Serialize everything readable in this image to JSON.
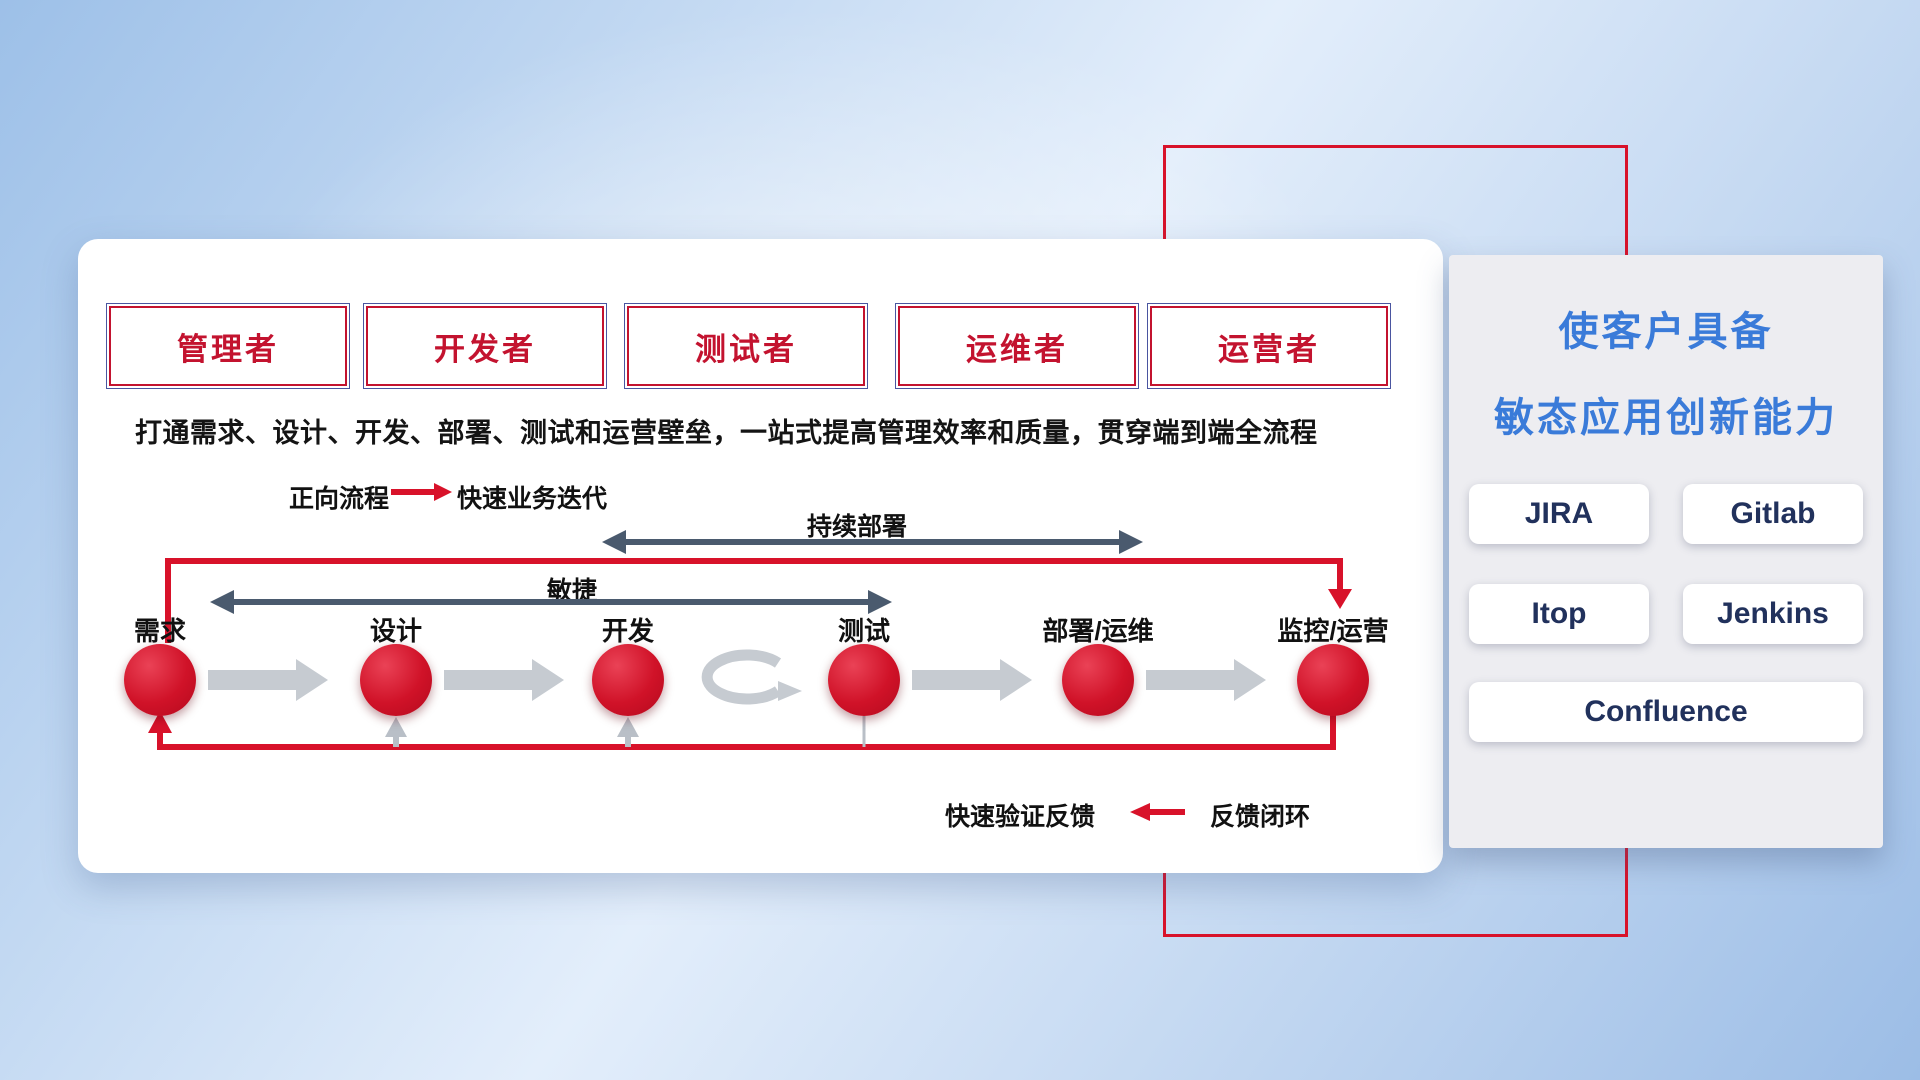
{
  "roles": [
    {
      "label": "管理者"
    },
    {
      "label": "开发者"
    },
    {
      "label": "测试者"
    },
    {
      "label": "运维者"
    },
    {
      "label": "运营者"
    }
  ],
  "description": "打通需求、设计、开发、部署、测试和运营壁垒，一站式提高管理效率和质量，贯穿端到端全流程",
  "legend_forward": {
    "label": "正向流程",
    "value": "快速业务迭代"
  },
  "legend_feedback": {
    "label": "快速验证反馈",
    "value": "反馈闭环"
  },
  "flow": {
    "stages": [
      "需求",
      "设计",
      "开发",
      "测试",
      "部署/运维",
      "监控/运营"
    ],
    "agile_label": "敏捷",
    "continuous_deploy_label": "持续部署"
  },
  "panel": {
    "title_line1": "使客户具备",
    "title_line2": "敏态应用创新能力",
    "tools": [
      "JIRA",
      "Gitlab",
      "Itop",
      "Jenkins",
      "Confluence"
    ]
  },
  "colors": {
    "accent_red": "#d8122a",
    "role_red": "#c3132f",
    "role_navy": "#4a55a0",
    "title_blue": "#3a7bd9",
    "dark_arrow": "#4a5a6e",
    "gray_arrow": "#c6cbd1"
  }
}
